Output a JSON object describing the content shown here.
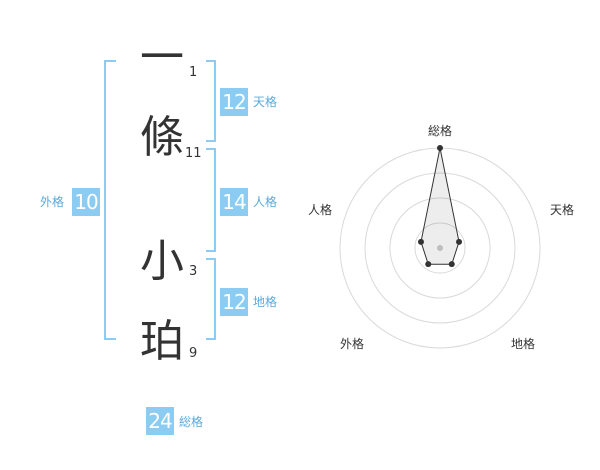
{
  "name": {
    "chars": [
      {
        "char": "一",
        "strokes": "1"
      },
      {
        "char": "條",
        "strokes": "11"
      },
      {
        "char": "小",
        "strokes": "3"
      },
      {
        "char": "珀",
        "strokes": "9"
      }
    ]
  },
  "kakusu": {
    "tenkaku": {
      "value": "12",
      "label": "天格"
    },
    "jinkaku": {
      "value": "14",
      "label": "人格"
    },
    "chikaku": {
      "value": "12",
      "label": "地格"
    },
    "gaikaku": {
      "value": "10",
      "label": "外格"
    },
    "soukaku": {
      "value": "24",
      "label": "総格"
    }
  },
  "colors": {
    "accent": "#8cccf2",
    "accent_text": "#5aa9dd",
    "ring": "#d9d9d9",
    "dot": "#333333"
  },
  "chart_data": {
    "type": "radar",
    "axes": [
      "総格",
      "天格",
      "地格",
      "外格",
      "人格"
    ],
    "values": [
      5,
      1,
      1,
      1,
      1
    ],
    "rmax": 5,
    "rings": 4
  }
}
